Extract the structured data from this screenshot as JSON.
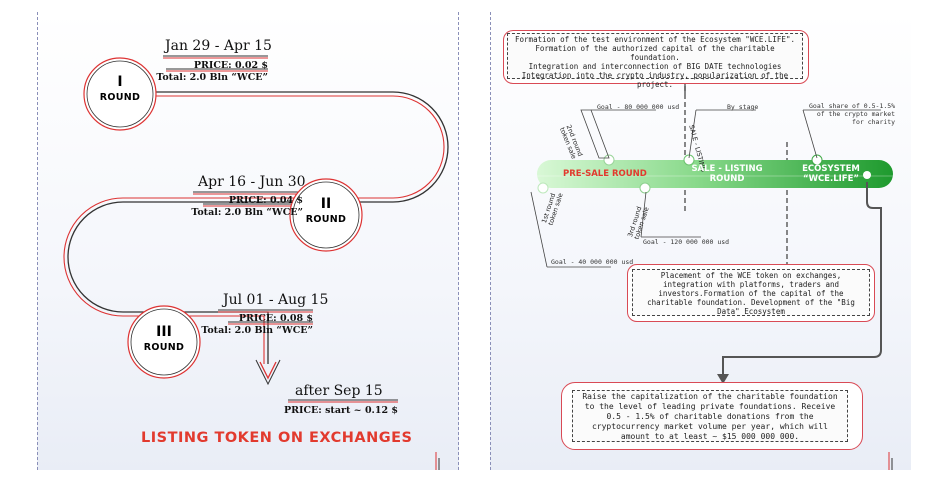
{
  "left": {
    "rounds": [
      {
        "date": "Jan 29 - Apr 15",
        "price": "PRICE: 0.02 $",
        "total": "Total: 2.0 Bln “WCE”",
        "numeral": "I",
        "word": "ROUND"
      },
      {
        "date": "Apr 16 - Jun 30",
        "price": "PRICE: 0.04 $",
        "total": "Total: 2.0 Bln “WCE”",
        "numeral": "II",
        "word": "ROUND"
      },
      {
        "date": "Jul 01 - Aug 15",
        "price": "PRICE: 0.08 $",
        "total": "Total: 2.0 Bln “WCE”",
        "numeral": "III",
        "word": "ROUND"
      }
    ],
    "after": {
      "date": "after Sep 15",
      "price": "PRICE: start ~ 0.12 $"
    },
    "listing": "LISTING TOKEN ON EXCHANGES"
  },
  "right": {
    "top_box": [
      "Formation of the test environment of the Ecosystem \"WCE.LIFE\".",
      "Formation of the authorized capital of the charitable foundation.",
      "Integration and interconnection of BIG DATE technologies",
      "Integration into the crypto industry, popularization of the",
      "project."
    ],
    "bar": {
      "presale": "PRE-SALE ROUND",
      "sale": [
        "SALE - LISTING",
        "ROUND"
      ],
      "eco": [
        "ECOSYSTEM",
        "“WCE.LIFE”"
      ]
    },
    "labels": {
      "round2": [
        "2nd round",
        "token sale"
      ],
      "goal2": "Goal - 80 000 000 usd",
      "sale_listing": "SALE - LISTING",
      "by_stage": "By stage",
      "goal_share": [
        "Goal share of 0.5-1.5%",
        "of the crypto market",
        "for charity"
      ],
      "round1": [
        "1st round",
        "token sale"
      ],
      "goal1": "Goal - 40 000 000 usd",
      "round3": [
        "3rd round",
        "token sale"
      ],
      "goal3": "Goal - 120 000 000 usd"
    },
    "mid_box": [
      "Placement of the WCE token on exchanges,",
      "integration with platforms, traders and",
      "investors.Formation of the capital of the",
      "charitable foundation. Development of the \"Big",
      "Data\" Ecosystem"
    ],
    "bottom_box": [
      "Raise the capitalization of the charitable foundation",
      "to the level of leading private foundations. Receive",
      "0.5 - 1.5% of charitable donations from the",
      "cryptocurrency market volume per year, which will",
      "amount to at least    ~ $15 000 000 000."
    ]
  },
  "colors": {
    "accent_red": "#e23a2e",
    "green_dark": "#1e9a2e",
    "green_light": "#c9f2c9"
  }
}
